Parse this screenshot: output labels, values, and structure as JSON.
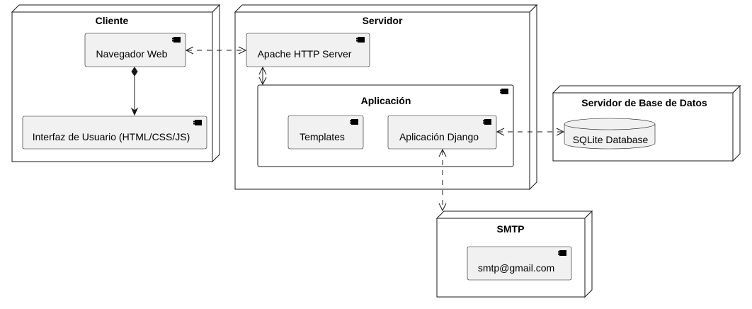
{
  "nodes": {
    "cliente": "Cliente",
    "servidor": "Servidor",
    "db_server": "Servidor de Base de Datos",
    "smtp": "SMTP"
  },
  "frames": {
    "aplicacion": "Aplicación"
  },
  "components": {
    "navegador": "Navegador Web",
    "interfaz": "Interfaz de Usuario (HTML/CSS/JS)",
    "apache": "Apache HTTP Server",
    "templates": "Templates",
    "django": "Aplicación Django",
    "sqlite": "SQLite Database",
    "smtp_account": "smtp@gmail.com"
  },
  "colors": {
    "component_fill": "#f1f1f1",
    "line": "#181818",
    "background": "#ffffff"
  }
}
